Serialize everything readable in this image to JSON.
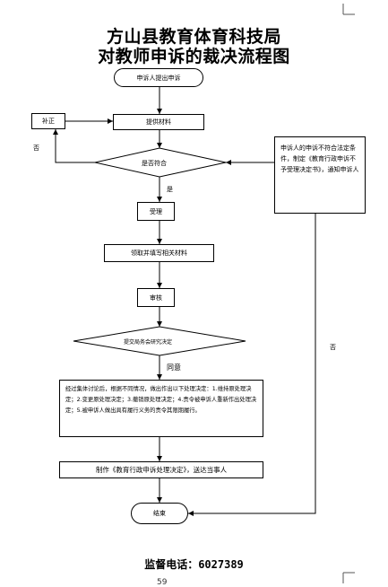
{
  "title": {
    "line1": "方山县教育体育科技局",
    "line2": "对教师申诉的裁决流程图"
  },
  "nodes": {
    "start": "申诉人提出申诉",
    "supplement": "补正",
    "provide_materials": "提供材料",
    "decision_compliant": "是否符合",
    "reject_note": "申诉人的申诉不符合法定条件，制定《教育行政申诉不予受理决定书》，通知申诉人",
    "accept": "受理",
    "collect_materials": "领取并填写相关材料",
    "review": "审核",
    "committee_decision": "提交局务会研究决定",
    "decision_text": "经过集体讨论后，根据不同情况，做出作出以下处理决定：1.维持原处理决定；2.变更原处理决定；3.撤销原处理决定；4.责令被申诉人重新作出处理决定；5.被申诉人做出具有履行义务的责令其限期履行。",
    "issue_decision": "制作《教育行政申诉处理决定》，送达当事人",
    "end": "结束"
  },
  "edge_labels": {
    "no_left": "否",
    "yes": "是",
    "agree": "同意",
    "no_right": "否"
  },
  "footer": {
    "hotline": "监督电话：6027389",
    "page_number": "59"
  }
}
